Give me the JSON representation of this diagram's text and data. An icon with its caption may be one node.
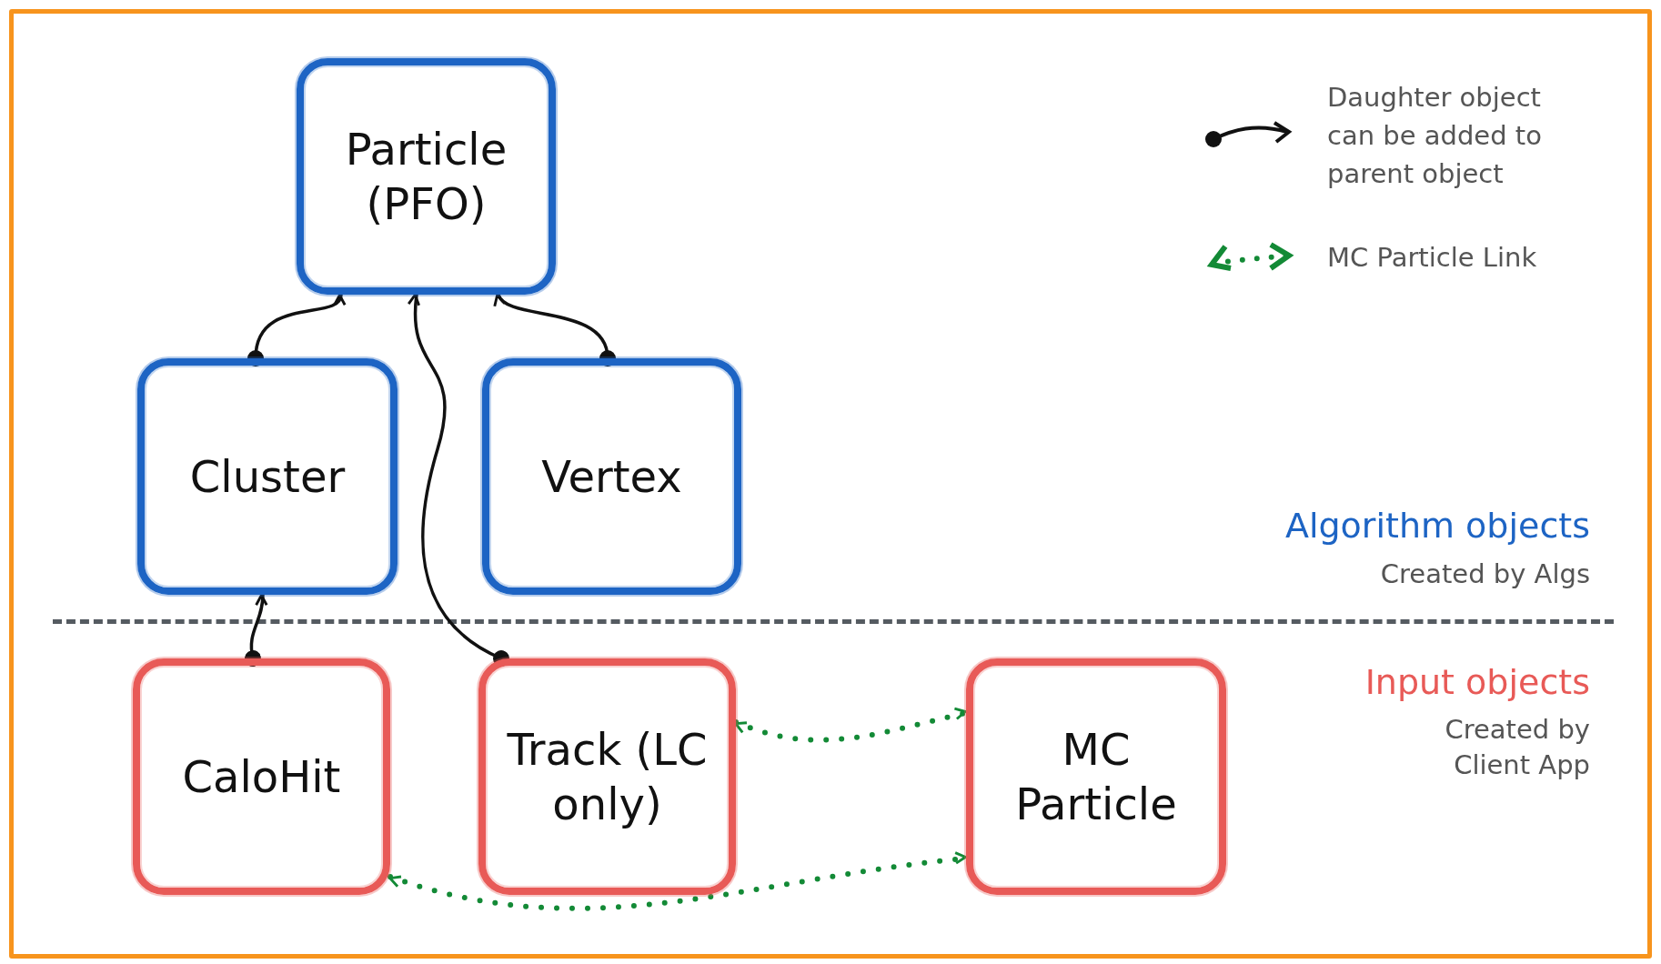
{
  "diagram": {
    "nodes": [
      {
        "text": [
          "Particle (PFO)"
        ]
      },
      {
        "text": [
          "Cluster"
        ]
      },
      {
        "text": [
          "Vertex"
        ]
      },
      {
        "text": [
          "CaloHit"
        ]
      },
      {
        "text": [
          "Track (LC only)"
        ]
      },
      {
        "text": [
          "MC Particle"
        ]
      }
    ],
    "edges": [
      {
        "from": 1,
        "to": 0,
        "arrow": "to"
      },
      {
        "from": 4,
        "to": 0,
        "arrow": "to"
      },
      {
        "from": 2,
        "to": 0,
        "arrow": "to"
      },
      {
        "from": 3,
        "to": 1,
        "arrow": "to"
      },
      {
        "from": 4,
        "to": 5,
        "arrow": "both",
        "style": "dashed",
        "color": "#138a36"
      },
      {
        "from": 3,
        "to": 5,
        "arrow": "both",
        "style": "dashed",
        "color": "#138a36"
      }
    ],
    "labels": [
      "Algorithm objects",
      "Created by Algs",
      "Input objects",
      "Created by Client App"
    ],
    "legend": [
      {
        "text": "Daughter object can be added to parent object"
      },
      {
        "text": "MC Particle Link"
      }
    ]
  }
}
